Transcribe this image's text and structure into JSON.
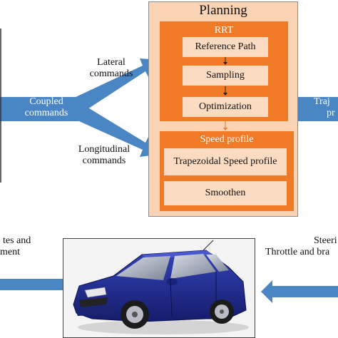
{
  "planning": {
    "title": "Planning",
    "rrt": {
      "title": "RRT",
      "steps": [
        "Reference Path",
        "Sampling",
        "Optimization"
      ]
    },
    "speed": {
      "title": "Speed profile",
      "steps": [
        "Trapezoidal Speed profile",
        "Smoothen"
      ]
    }
  },
  "labels": {
    "coupled": [
      "Coupled",
      "commands"
    ],
    "lateral": [
      "Lateral",
      "commands"
    ],
    "longitudinal": [
      "Longitudinal",
      "commands"
    ],
    "traj": [
      "Traj",
      "pr"
    ],
    "states": [
      "tes and",
      "ment"
    ],
    "steering": [
      "Steeri",
      "Throttle and bra"
    ]
  },
  "colors": {
    "arrow_blue": "#4a86c4",
    "orange": "#f07a26",
    "light_orange": "#fbdcc3",
    "planning_bg": "#f9d3b4",
    "car_blue": "#1f2a8c"
  }
}
